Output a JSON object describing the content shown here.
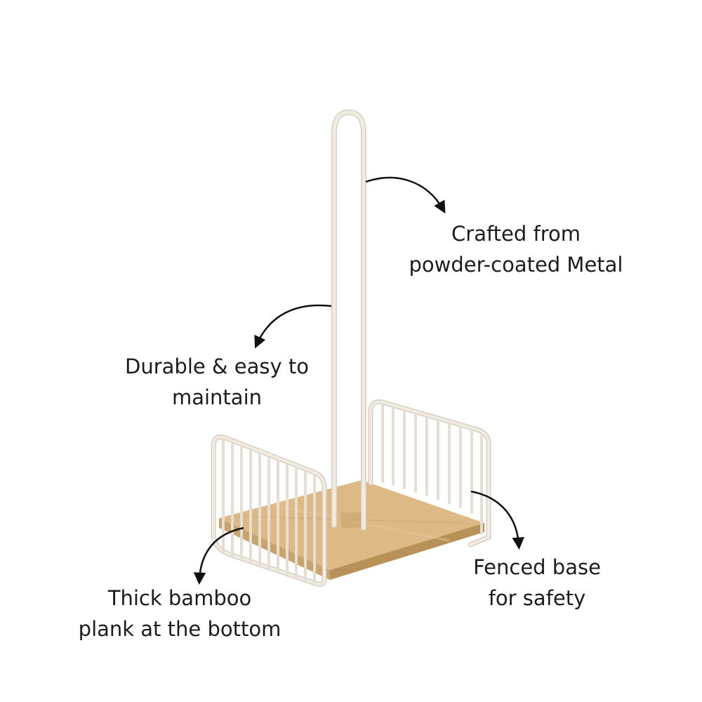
{
  "callouts": {
    "metal": {
      "line1": "Crafted from",
      "line2": "powder-coated Metal"
    },
    "durable": {
      "line1": "Durable & easy to",
      "line2": "maintain"
    },
    "fenced": {
      "line1": "Fenced base",
      "line2": "for safety"
    },
    "bamboo": {
      "line1": "Thick bamboo",
      "line2": "plank at the bottom"
    }
  },
  "colors": {
    "metal": "#efe8df",
    "metal_edge": "#d8cfc2",
    "bamboo": "#d9b580",
    "bamboo_edge": "#b8925c",
    "text": "#1c1c1c",
    "arrow": "#111111"
  }
}
